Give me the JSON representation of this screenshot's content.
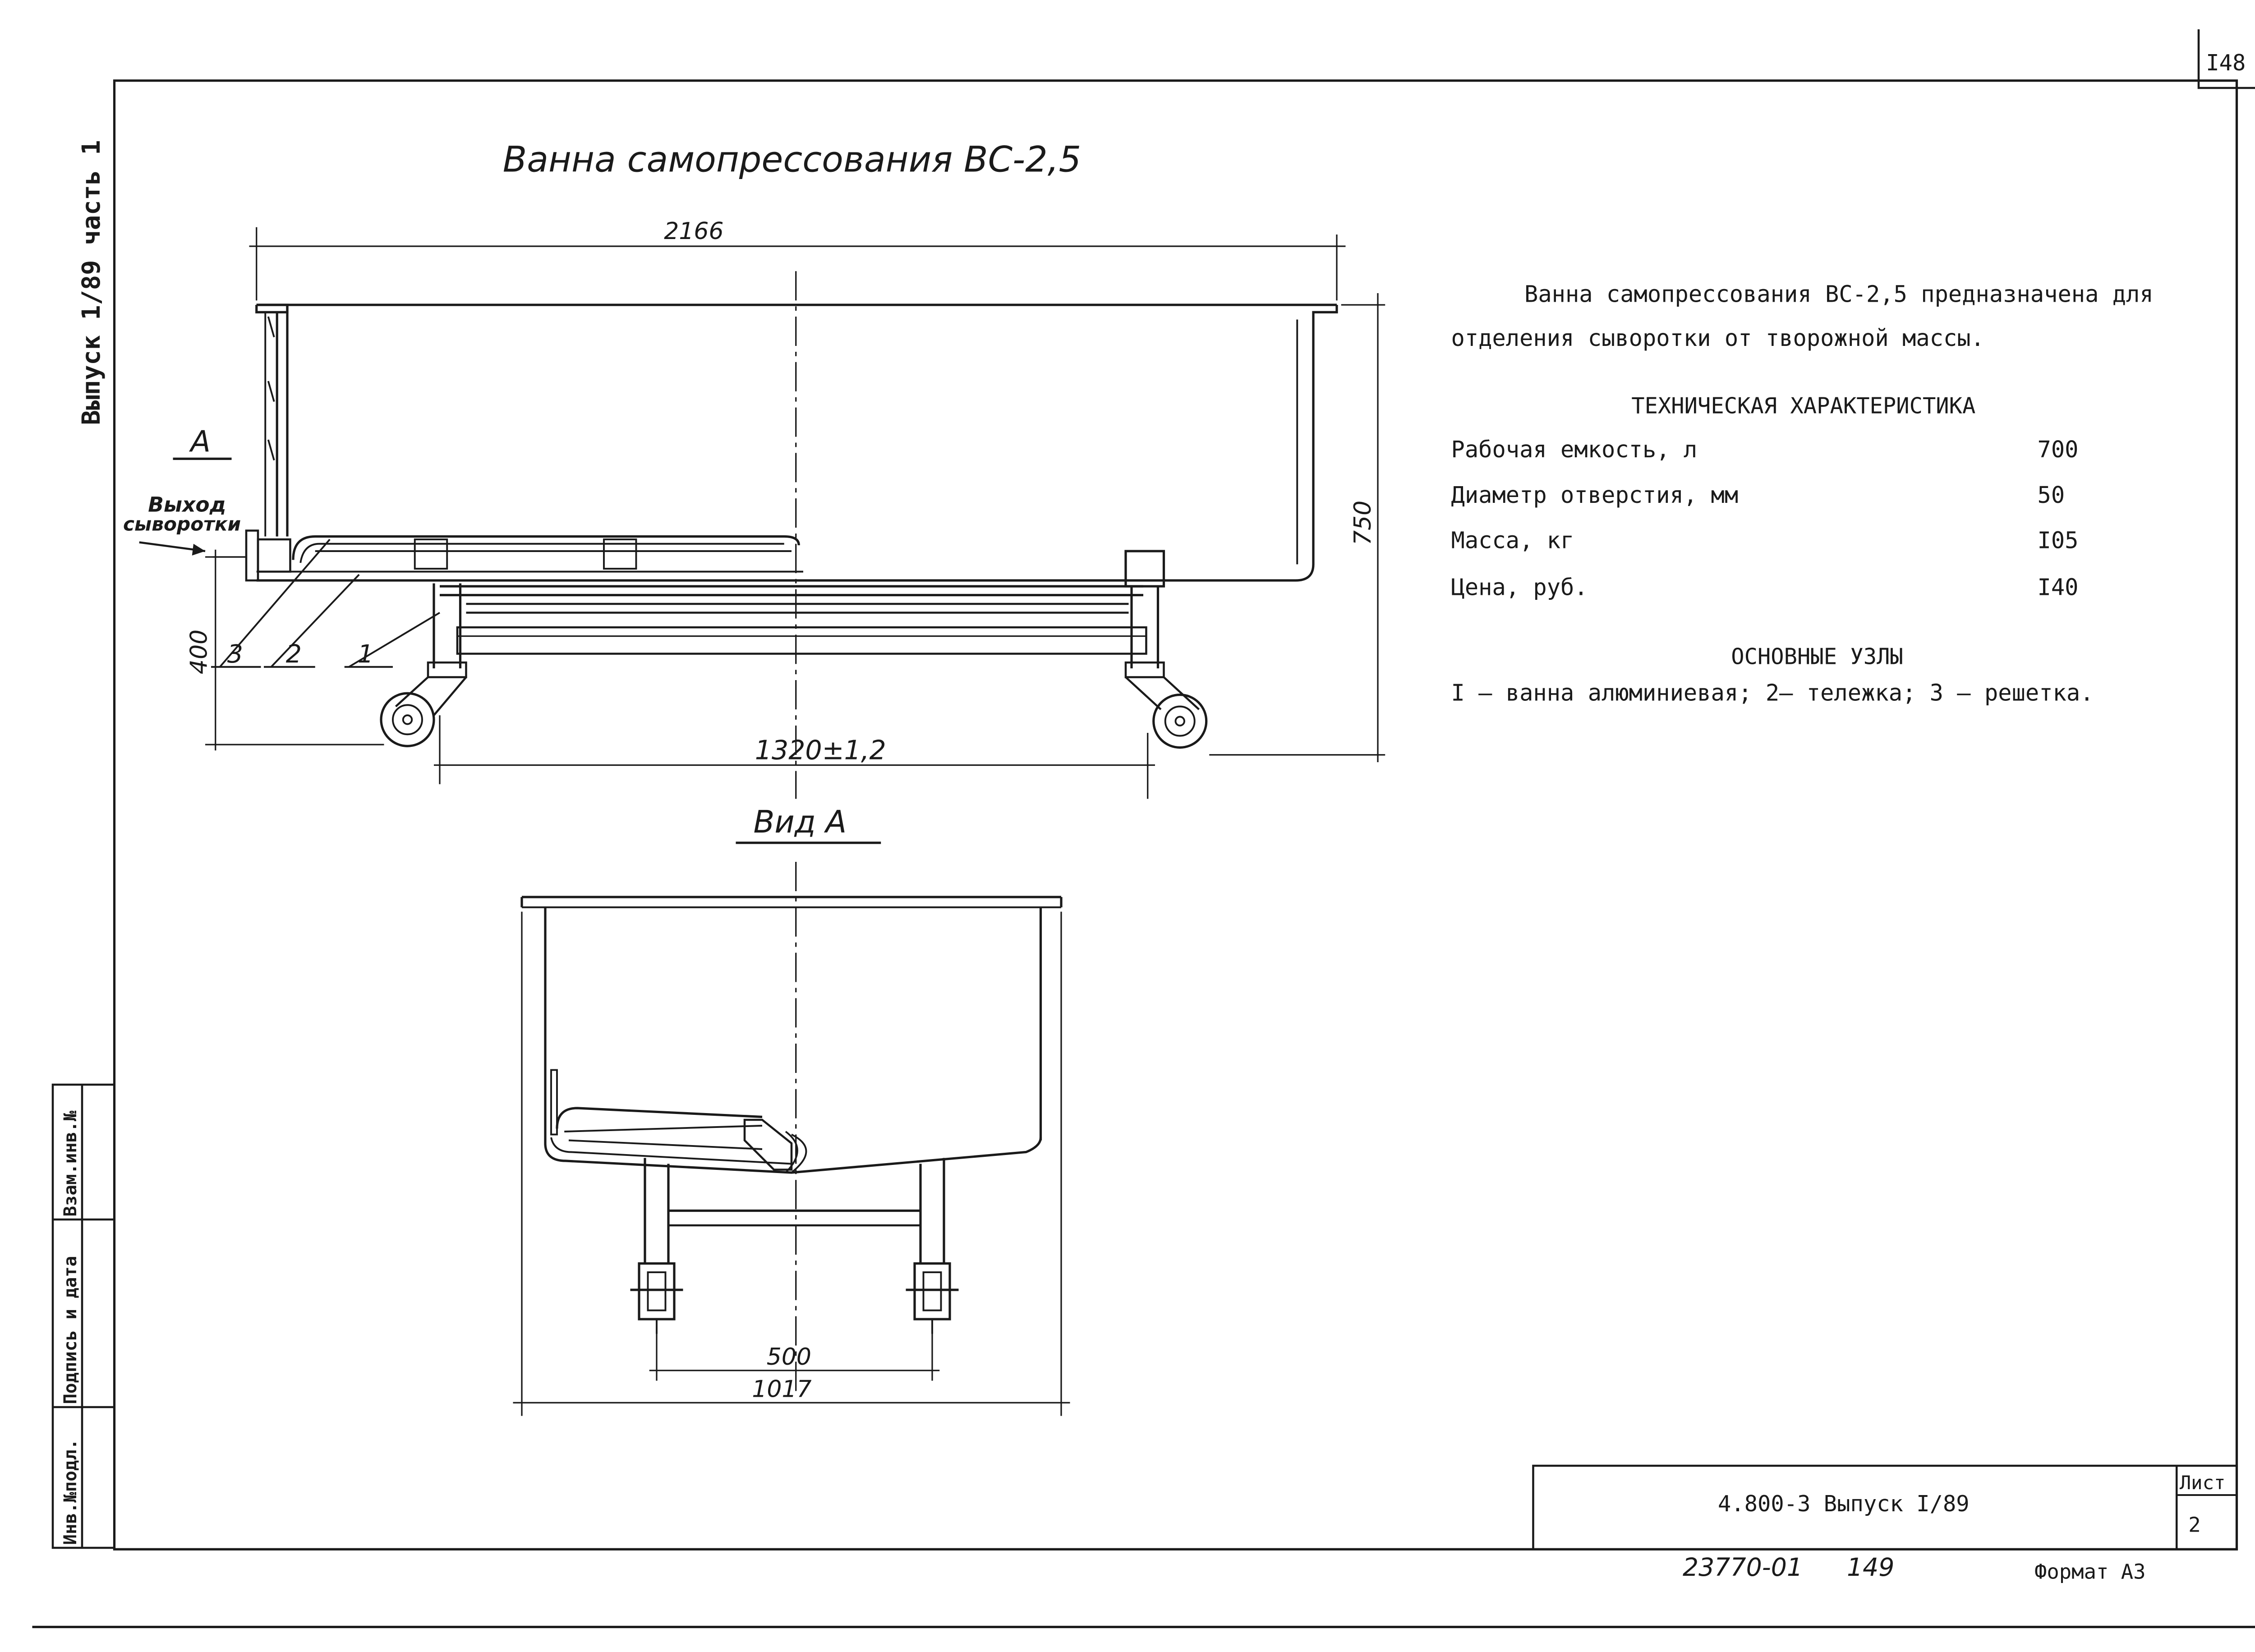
{
  "sheet": {
    "corner_number": "I48",
    "side_issue": "Выпуск 1/89 часть 1",
    "side_labels": [
      "Инв.№подл.",
      "Подпись и дата",
      "Взам.инв.№"
    ],
    "designation": "4.800-3  Выпуск I/89",
    "sheet_label": "Лист",
    "sheet_number": "2",
    "archive_number": "23770-01",
    "archive_page": "149",
    "format": "Формат А3"
  },
  "drawing": {
    "title": "Ванна самопрессования  ВС-2,5",
    "view_a_title": "Вид А",
    "section_mark": "А",
    "outlet_label_1": "Выход",
    "outlet_label_2": "сыворотки",
    "dimensions": {
      "overall_length": "2166",
      "overall_height": "750",
      "tub_bottom_height": "400",
      "wheelbase": "1320±1,2",
      "track": "500",
      "width": "1017"
    },
    "callouts": [
      "3",
      "2",
      "1"
    ]
  },
  "description": {
    "text_line1": "Ванна самопрессования ВС-2,5 предназначена для",
    "text_line2": "отделения сыворотки от творожной массы.",
    "spec_heading": "ТЕХНИЧЕСКАЯ ХАРАКТЕРИСТИКА",
    "specs": [
      {
        "label": "Рабочая емкость, л",
        "value": "700"
      },
      {
        "label": "Диаметр отверстия, мм",
        "value": "50"
      },
      {
        "label": "Масса, кг",
        "value": "I05"
      },
      {
        "label": "Цена, руб.",
        "value": "I40"
      }
    ],
    "units_heading": "ОСНОВНЫЕ УЗЛЫ",
    "units_text": "I – ванна алюминиевая;  2– тележка;  3 – решетка."
  }
}
